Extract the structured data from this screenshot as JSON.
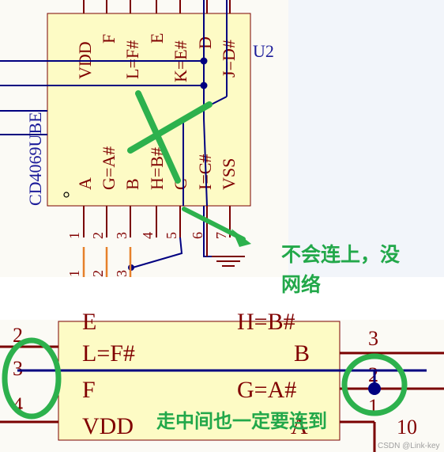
{
  "colors": {
    "chip_fill": "#fdfbc5",
    "chip_border": "#7a0000",
    "pin_text": "#800000",
    "wire": "#000080",
    "label_blue": "#1c1c9a",
    "annotation_green": "#22a84a",
    "pin_orange": "#e6802a",
    "background_top": "#f2f5fa"
  },
  "top_schematic": {
    "ref": "U2",
    "part": "CD4069UBE",
    "pins_top": [
      "VDD",
      "F",
      "L=F#",
      "E",
      "K=E#",
      "D",
      "J=D#"
    ],
    "pins_bottom": [
      "A",
      "G=A#",
      "B",
      "H=B#",
      "C",
      "I=C#",
      "VSS"
    ],
    "pin_numbers": [
      "1",
      "2",
      "3",
      "4",
      "5",
      "6",
      "7"
    ],
    "left_pin_numbers": [
      "1",
      "2",
      "3"
    ],
    "annotation_line1": "不会连上，没",
    "annotation_line2": "网络"
  },
  "bottom_schematic": {
    "left_pins": [
      "2",
      "3",
      "4"
    ],
    "right_pins": [
      "3",
      "2",
      "1"
    ],
    "right_extra": "10",
    "labels_left": [
      "L=F#",
      "F",
      "VDD",
      "E"
    ],
    "labels_right": [
      "B",
      "G=A#",
      "A",
      "H=B#"
    ],
    "annotation": "走中间也一定要连到"
  },
  "watermark": "CSDN @Link-key"
}
